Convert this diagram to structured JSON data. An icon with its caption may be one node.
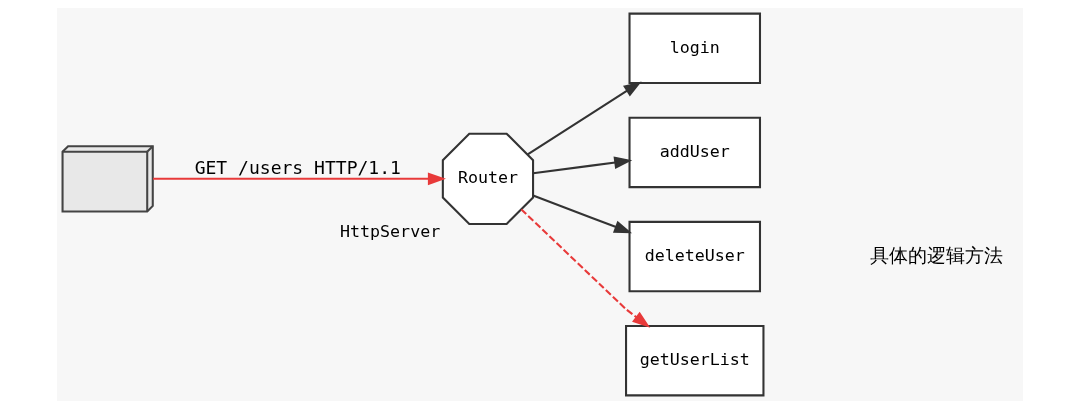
{
  "diagram": {
    "nodes": [
      {
        "text": [],
        "shape": "picture"
      },
      {
        "text": [
          "Router"
        ],
        "beside": [
          "HttpServer"
        ]
      },
      {
        "text": [
          "login"
        ]
      },
      {
        "text": [
          "addUser"
        ]
      },
      {
        "text": [
          "deleteUser"
        ]
      },
      {
        "text": [
          "getUserList"
        ]
      }
    ],
    "edges": [
      {
        "from": 0,
        "to": 1,
        "arrow": "to",
        "label": "GET /users HTTP/1.1",
        "color": "#e83a3a"
      },
      {
        "from": 1,
        "to": 2,
        "arrow": "to"
      },
      {
        "from": 1,
        "to": 3,
        "arrow": "to"
      },
      {
        "from": 1,
        "to": 4,
        "arrow": "to"
      },
      {
        "from": 1,
        "to": 5,
        "arrow": "to",
        "style": "dashed",
        "color": "#e83a3a"
      }
    ],
    "labels": [
      "具体的逻辑方法"
    ]
  }
}
